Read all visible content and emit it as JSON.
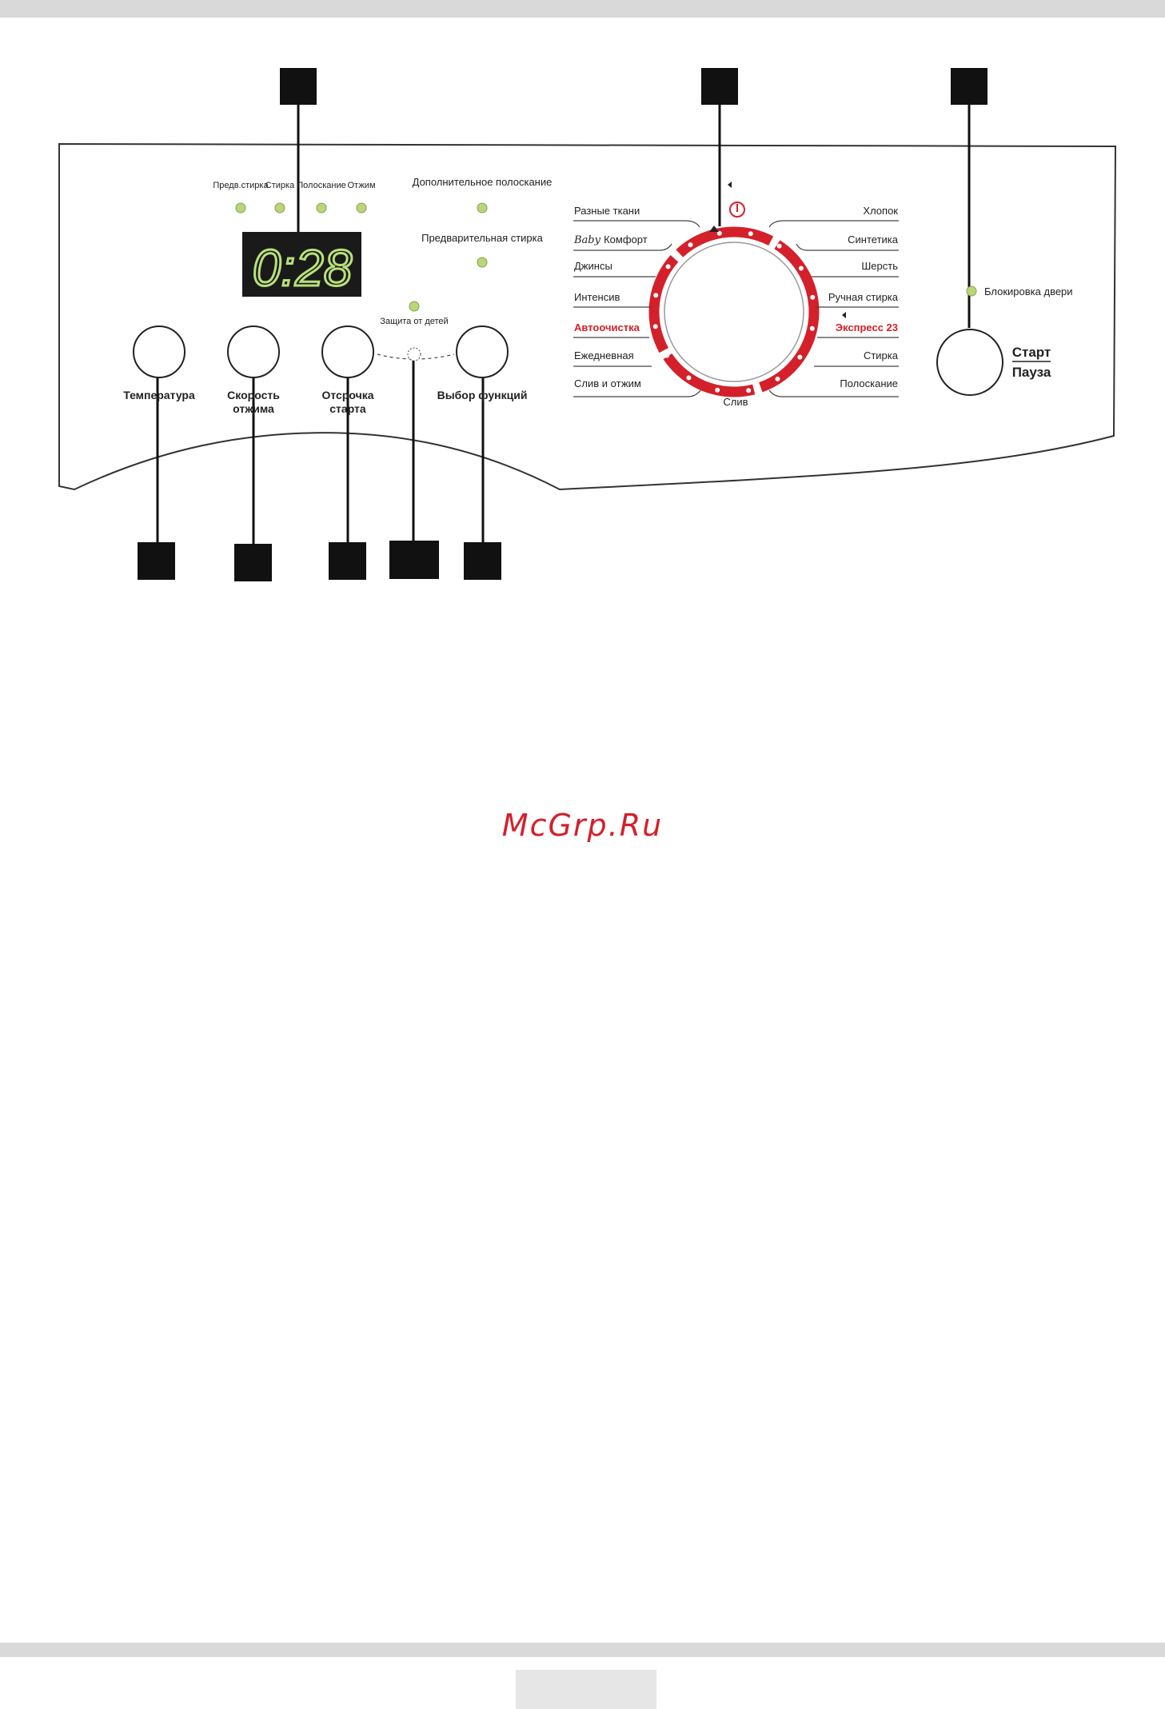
{
  "phase_labels": [
    "Предв.стирка",
    "Стирка",
    "Полоскание",
    "Отжим"
  ],
  "display_value": "0:28",
  "option_labels": {
    "extra_rinse": "Дополнительное полоскание",
    "prewash": "Предварительная стирка",
    "child_lock": "Защита от детей",
    "door_lock": "Блокировка двери"
  },
  "buttons": {
    "temperature": [
      "Температура"
    ],
    "spin_speed": [
      "Скорость",
      "отжима"
    ],
    "delay_start": [
      "Отсрочка",
      "старта"
    ],
    "function_select": [
      "Выбор функций"
    ],
    "start_pause": [
      "Старт",
      "Пауза"
    ]
  },
  "programs_left": [
    {
      "label": "Разные ткани",
      "highlight": false
    },
    {
      "label": "Комфорт",
      "prefix": "Baby",
      "highlight": false
    },
    {
      "label": "Джинсы",
      "highlight": false
    },
    {
      "label": "Интенсив",
      "highlight": false
    },
    {
      "label": "Автоочистка",
      "highlight": true
    },
    {
      "label": "Ежедневная",
      "highlight": false
    },
    {
      "label": "Слив и отжим",
      "highlight": false
    }
  ],
  "programs_right": [
    {
      "label": "Хлопок",
      "highlight": false
    },
    {
      "label": "Синтетика",
      "highlight": false
    },
    {
      "label": "Шерсть",
      "highlight": false
    },
    {
      "label": "Ручная стирка",
      "highlight": false
    },
    {
      "label": "Экспресс 23",
      "highlight": true
    },
    {
      "label": "Стирка",
      "highlight": false
    },
    {
      "label": "Полоскание",
      "highlight": false
    }
  ],
  "program_bottom": "Слив",
  "watermark": "McGrp.Ru",
  "colors": {
    "accent_red": "#d4202a",
    "led_green": "#b8d67a",
    "display_bg": "#1a1a1a",
    "display_digits": "#b8e07a"
  }
}
